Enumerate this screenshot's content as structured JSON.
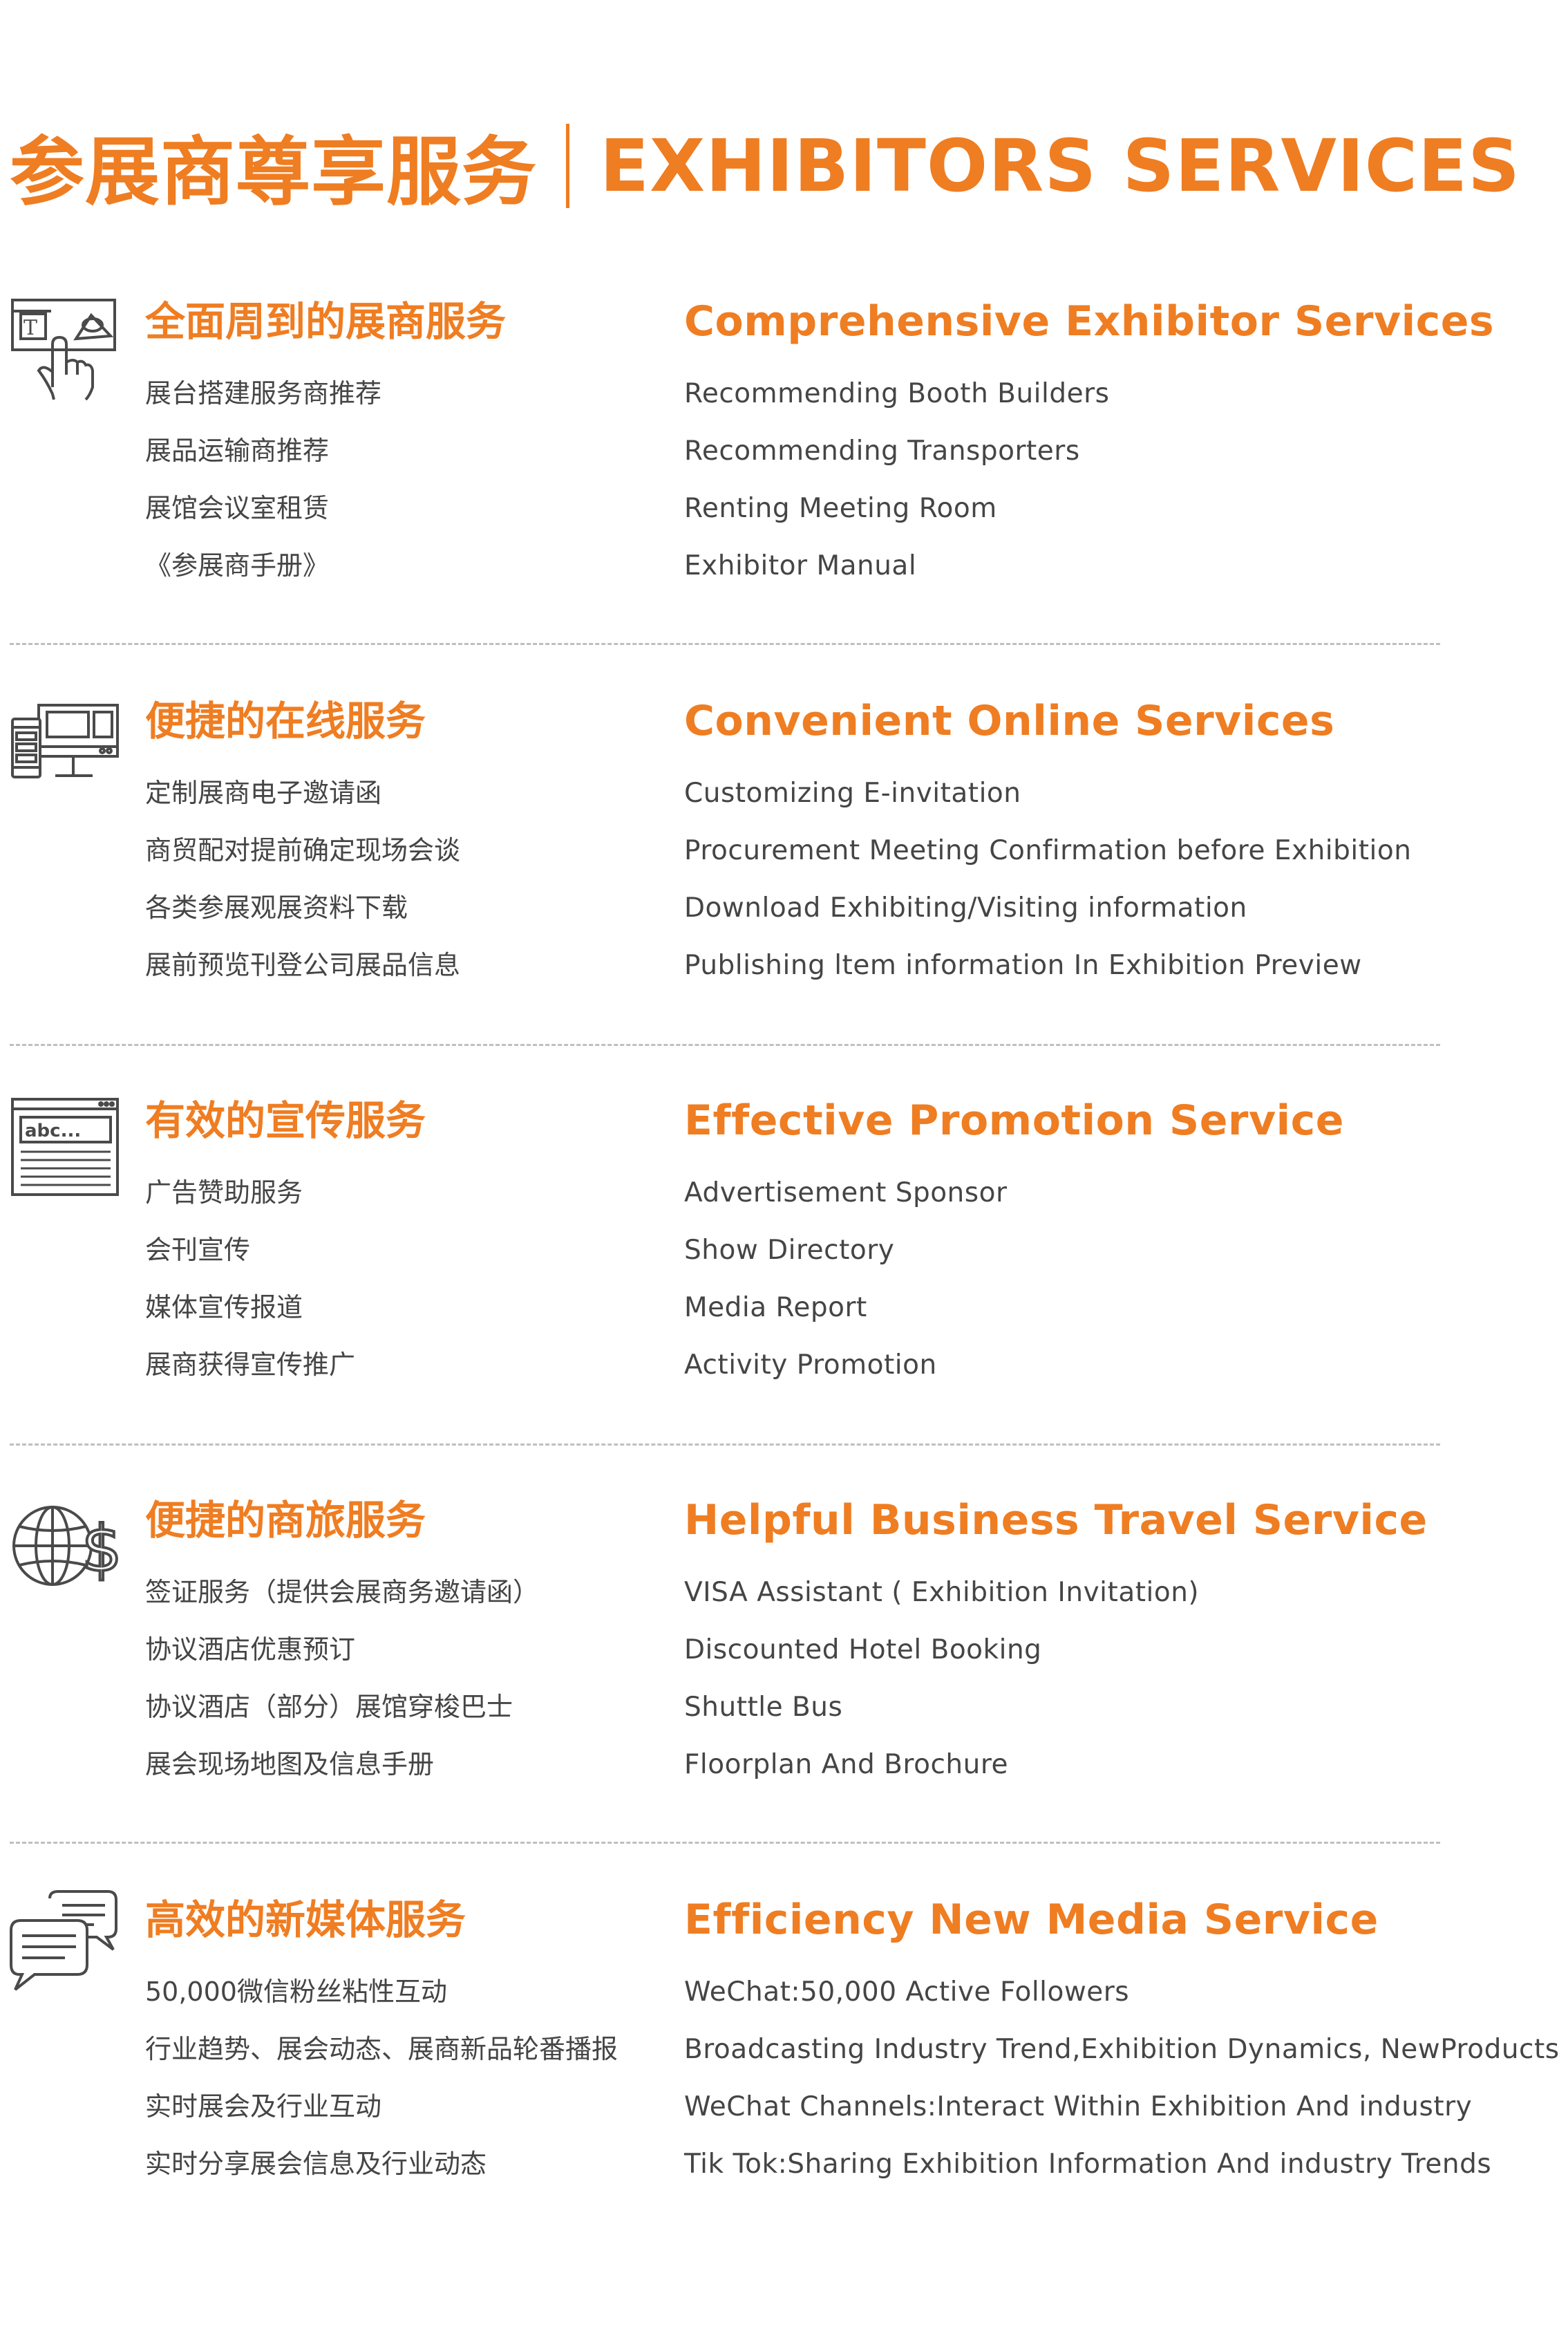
{
  "header": {
    "title_cn": "参展商尊享服务",
    "title_en": "EXHIBITORS SERVICES"
  },
  "colors": {
    "accent": "#ef7d22",
    "text": "#454545",
    "divider": "#bfbfbf"
  },
  "sections": [
    {
      "icon": "booth-design-touch-icon",
      "title_cn": "全面周到的展商服务",
      "title_en": "Comprehensive Exhibitor Services",
      "items_cn": [
        "展台搭建服务商推荐",
        "展品运输商推荐",
        "展馆会议室租赁",
        "《参展商手册》"
      ],
      "items_en": [
        "Recommending Booth Builders",
        "Recommending Transporters",
        "Renting Meeting Room",
        "Exhibitor Manual"
      ]
    },
    {
      "icon": "devices-online-icon",
      "title_cn": "便捷的在线服务",
      "title_en": "Convenient Online Services",
      "items_cn": [
        "定制展商电子邀请函",
        "商贸配对提前确定现场会谈",
        "各类参展观展资料下载",
        "展前预览刊登公司展品信息"
      ],
      "items_en": [
        "Customizing E-invitation",
        "Procurement Meeting Confirmation before Exhibition",
        "Download Exhibiting/Visiting information",
        "Publishing ltem information In Exhibition Preview"
      ]
    },
    {
      "icon": "webpage-text-icon",
      "title_cn": "有效的宣传服务",
      "title_en": "Effective Promotion Service",
      "items_cn": [
        "广告赞助服务",
        "会刊宣传",
        "媒体宣传报道",
        "展商获得宣传推广"
      ],
      "items_en": [
        "Advertisement Sponsor",
        "Show Directory",
        "Media Report",
        "Activity Promotion"
      ]
    },
    {
      "icon": "globe-dollar-icon",
      "title_cn": "便捷的商旅服务",
      "title_en": "Helpful Business Travel Service",
      "items_cn": [
        "签证服务（提供会展商务邀请函）",
        "协议酒店优惠预订",
        "协议酒店（部分）展馆穿梭巴士",
        "展会现场地图及信息手册"
      ],
      "items_en": [
        "VISA Assistant ( Exhibition Invitation)",
        "Discounted Hotel Booking",
        "Shuttle Bus",
        "Floorplan And Brochure"
      ]
    },
    {
      "icon": "chat-bubbles-icon",
      "title_cn": "高效的新媒体服务",
      "title_en": "Efficiency New Media Service",
      "items_cn": [
        "50,000微信粉丝粘性互动",
        "行业趋势、展会动态、展商新品轮番播报",
        "实时展会及行业互动",
        "实时分享展会信息及行业动态"
      ],
      "items_en": [
        "WeChat:50,000 Active Followers",
        "Broadcasting Industry Trend,Exhibition Dynamics, NewProducts",
        "WeChat Channels:Interact Within Exhibition And industry",
        "Tik Tok:Sharing Exhibition Information And industry Trends"
      ]
    }
  ]
}
